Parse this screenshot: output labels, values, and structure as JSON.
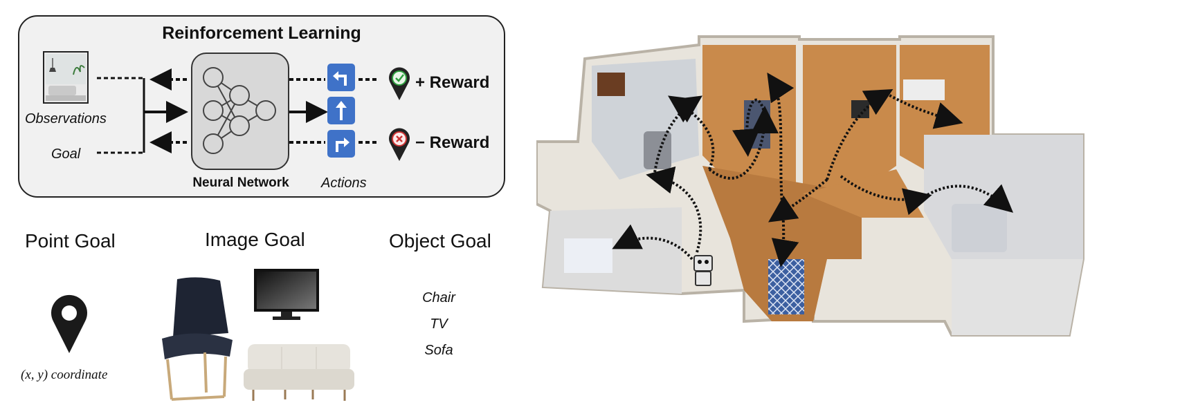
{
  "rl": {
    "title": "Reinforcement Learning",
    "observations_label": "Observations",
    "goal_label": "Goal",
    "network_label": "Neural Network",
    "actions_label": "Actions",
    "actions": [
      "turn-left",
      "move-forward",
      "turn-right"
    ],
    "positive_reward": "+ Reward",
    "negative_reward": "− Reward"
  },
  "goals": {
    "point": {
      "title": "Point Goal",
      "caption": "(x, y) coordinate"
    },
    "image": {
      "title": "Image Goal"
    },
    "object": {
      "title": "Object Goal",
      "items": [
        "Chair",
        "TV",
        "Sofa"
      ]
    }
  },
  "colors": {
    "action_blue": "#3f72c8",
    "reward_green": "#2e9e3e",
    "reward_red": "#cc3333",
    "wood": "#c98a4b"
  }
}
